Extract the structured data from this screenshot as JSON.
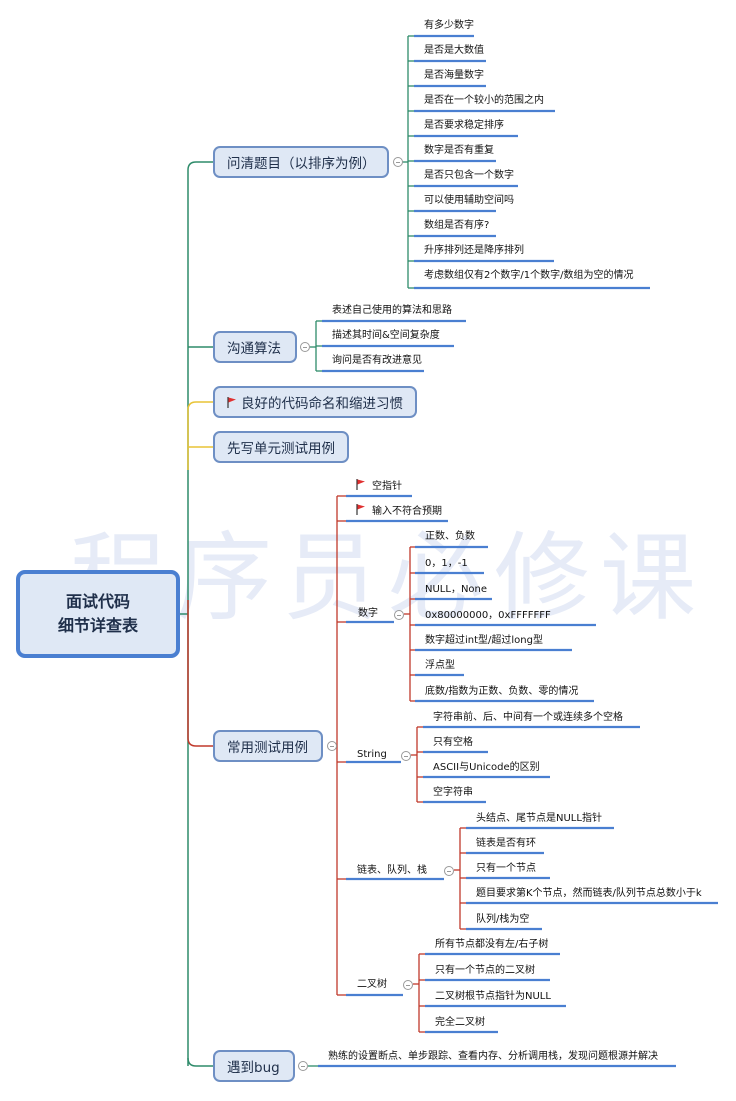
{
  "watermark": "程序员必修课",
  "root": {
    "line1": "面试代码",
    "line2": "细节详查表"
  },
  "branches": {
    "clarify": {
      "title": "问清题目（以排序为例）",
      "items": [
        "有多少数字",
        "是否是大数值",
        "是否海量数字",
        "是否在一个较小的范围之内",
        "是否要求稳定排序",
        "数字是否有重复",
        "是否只包含一个数字",
        "可以使用辅助空间吗",
        "数组是否有序?",
        "升序排列还是降序排列",
        "考虑数组仅有2个数字/1个数字/数组为空的情况"
      ]
    },
    "communicate": {
      "title": "沟通算法",
      "items": [
        "表述自己使用的算法和思路",
        "描述其时间&空间复杂度",
        "询问是否有改进意见"
      ]
    },
    "naming": {
      "title": "良好的代码命名和缩进习惯",
      "icon": "red-flag-icon"
    },
    "unittest": {
      "title": "先写单元测试用例"
    },
    "testcases": {
      "title": "常用测试用例",
      "null_ptr": "空指针",
      "bad_input": "输入不符合预期",
      "number": {
        "label": "数字",
        "items": [
          "正数、负数",
          "0，1，-1",
          "NULL，None",
          "0x80000000，0xFFFFFFF",
          "数字超过int型/超过long型",
          "浮点型",
          "底数/指数为正数、负数、零的情况"
        ]
      },
      "string": {
        "label": "String",
        "items": [
          "字符串前、后、中间有一个或连续多个空格",
          "只有空格",
          "ASCII与Unicode的区别",
          "空字符串"
        ]
      },
      "linked": {
        "label": "链表、队列、栈",
        "items": [
          "头结点、尾节点是NULL指针",
          "链表是否有环",
          "只有一个节点",
          "题目要求第K个节点，然而链表/队列节点总数小于k",
          "队列/栈为空"
        ]
      },
      "tree": {
        "label": "二叉树",
        "items": [
          "所有节点都没有左/右子树",
          "只有一个节点的二叉树",
          "二叉树根节点指针为NULL",
          "完全二叉树"
        ]
      }
    },
    "bug": {
      "title": "遇到bug",
      "items": [
        "熟练的设置断点、单步跟踪、查看内存、分析调用栈，发现问题根源并解决"
      ]
    }
  },
  "colors": {
    "green": "#2e8b6a",
    "yellow": "#e8c437",
    "red": "#c0392b",
    "blue": "#4a7fd1",
    "node_fill": "#dfe8f5"
  }
}
